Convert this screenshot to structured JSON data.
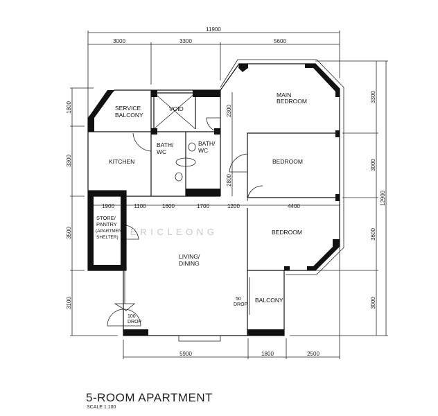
{
  "title": "5-ROOM APARTMENT",
  "scale": "SCALE   1:100",
  "watermark": "E   R   I   C       L   E   O   N   G",
  "dimensions": {
    "top_overall": "11900",
    "top": [
      "3000",
      "3300",
      "5600"
    ],
    "left": [
      "1800",
      "3300",
      "3500",
      "3100"
    ],
    "right": [
      "3300",
      "3000",
      "3600",
      "3000"
    ],
    "right_overall": "12900",
    "middle": [
      "1900",
      "1100",
      "1600",
      "1700",
      "1200",
      "4400"
    ],
    "bottom": [
      "5900",
      "1800",
      "2500"
    ],
    "internal": [
      "2300",
      "2800"
    ]
  },
  "rooms": {
    "service_balcony": [
      "SERVICE",
      "BALCONY"
    ],
    "void": "VOID",
    "bath1": [
      "BATH/",
      "WC"
    ],
    "bath2": [
      "BATH/",
      "WC"
    ],
    "kitchen": "KITCHEN",
    "main_bedroom": [
      "MAIN",
      "BEDROOM"
    ],
    "bedroom2": "BEDROOM",
    "bedroom3": "BEDROOM",
    "store": [
      "STORE/",
      "PANTRY",
      "(APARTMENT",
      "SHELTER)"
    ],
    "living": [
      "LIVING/",
      "DINING"
    ],
    "balcony": "BALCONY"
  },
  "drops": {
    "balcony_drop": [
      "50",
      "DROP"
    ],
    "entrance_drop": [
      "100",
      "DROP"
    ]
  }
}
